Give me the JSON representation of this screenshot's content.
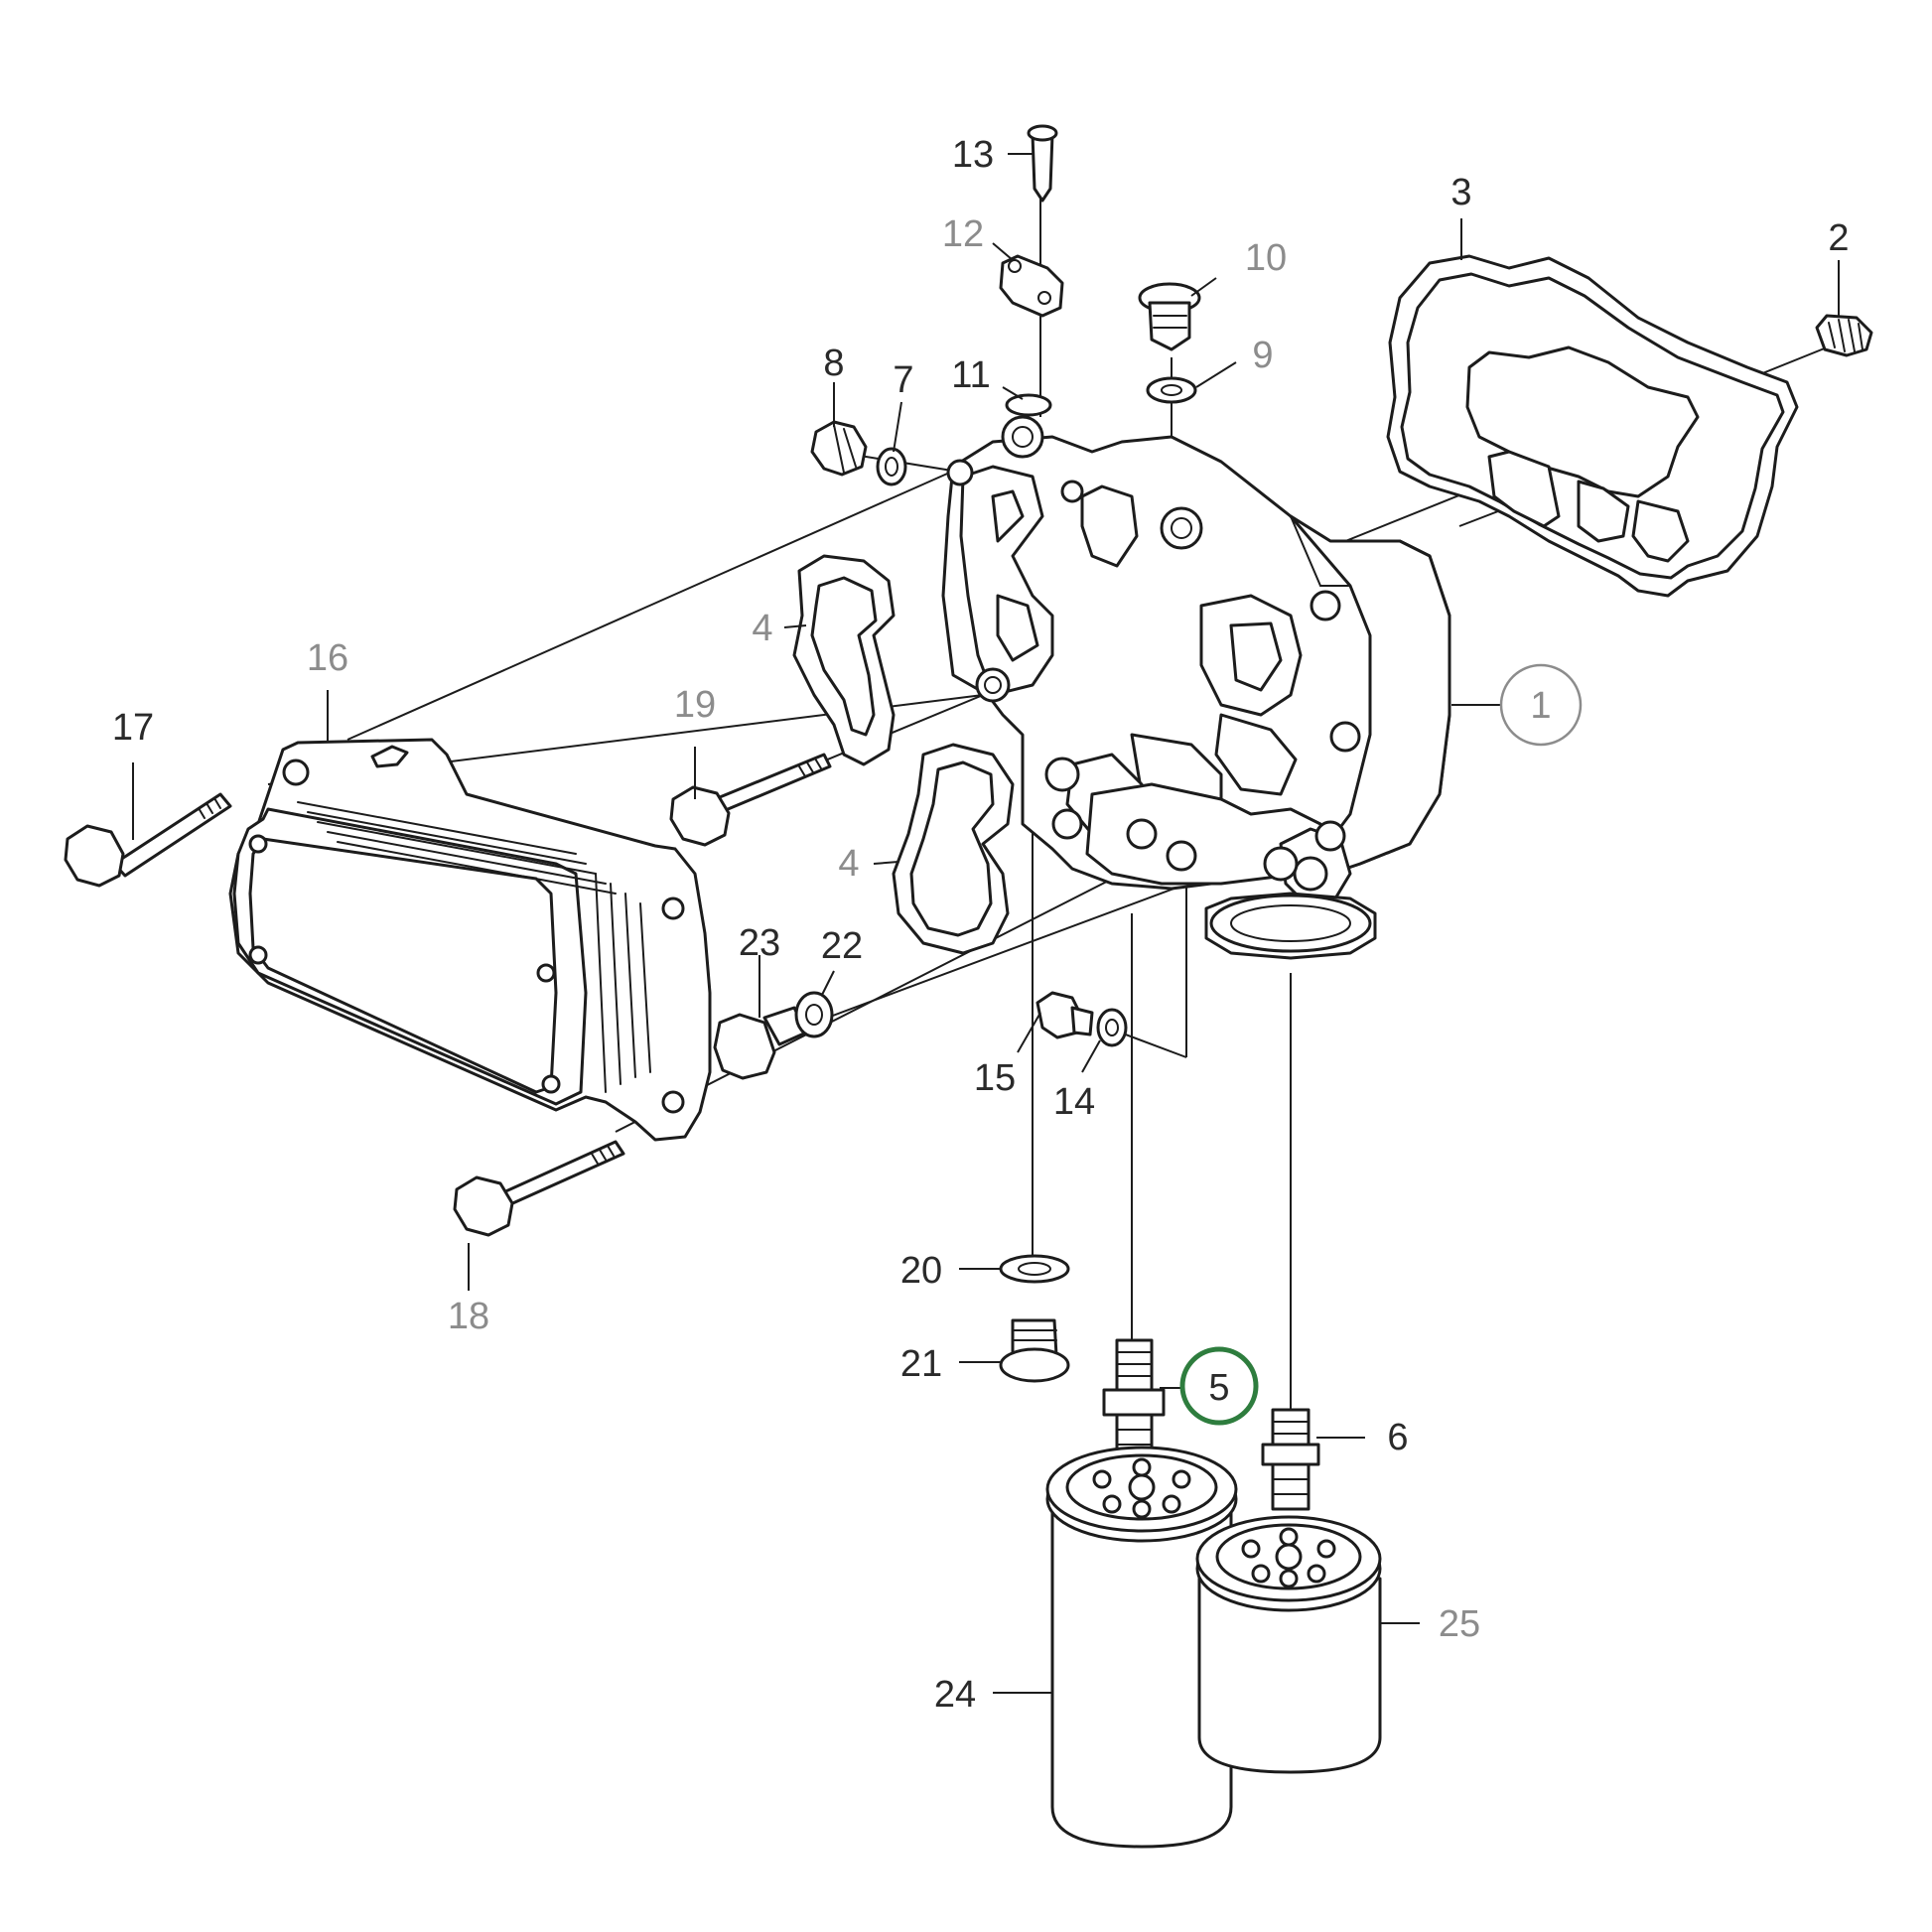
{
  "diagram": {
    "callouts": [
      {
        "id": "1",
        "label": "1",
        "style": "circled"
      },
      {
        "id": "2",
        "label": "2"
      },
      {
        "id": "3",
        "label": "3"
      },
      {
        "id": "4a",
        "label": "4",
        "muted": true
      },
      {
        "id": "4b",
        "label": "4",
        "muted": true
      },
      {
        "id": "5",
        "label": "5",
        "style": "highlighted"
      },
      {
        "id": "6",
        "label": "6"
      },
      {
        "id": "7",
        "label": "7"
      },
      {
        "id": "8",
        "label": "8"
      },
      {
        "id": "9",
        "label": "9",
        "muted": true
      },
      {
        "id": "10",
        "label": "10",
        "muted": true
      },
      {
        "id": "11",
        "label": "11"
      },
      {
        "id": "12",
        "label": "12",
        "muted": true
      },
      {
        "id": "13",
        "label": "13"
      },
      {
        "id": "14",
        "label": "14"
      },
      {
        "id": "15",
        "label": "15"
      },
      {
        "id": "16",
        "label": "16",
        "muted": true
      },
      {
        "id": "17",
        "label": "17"
      },
      {
        "id": "18",
        "label": "18",
        "muted": true
      },
      {
        "id": "19",
        "label": "19",
        "muted": true
      },
      {
        "id": "20",
        "label": "20"
      },
      {
        "id": "21",
        "label": "21"
      },
      {
        "id": "22",
        "label": "22"
      },
      {
        "id": "23",
        "label": "23"
      },
      {
        "id": "24",
        "label": "24"
      },
      {
        "id": "25",
        "label": "25",
        "muted": true
      }
    ],
    "colors": {
      "line": "#1c1c1c",
      "label": "#2a2a2a",
      "muted_label": "#8c8c8c",
      "highlight": "#2e7d3e"
    }
  }
}
